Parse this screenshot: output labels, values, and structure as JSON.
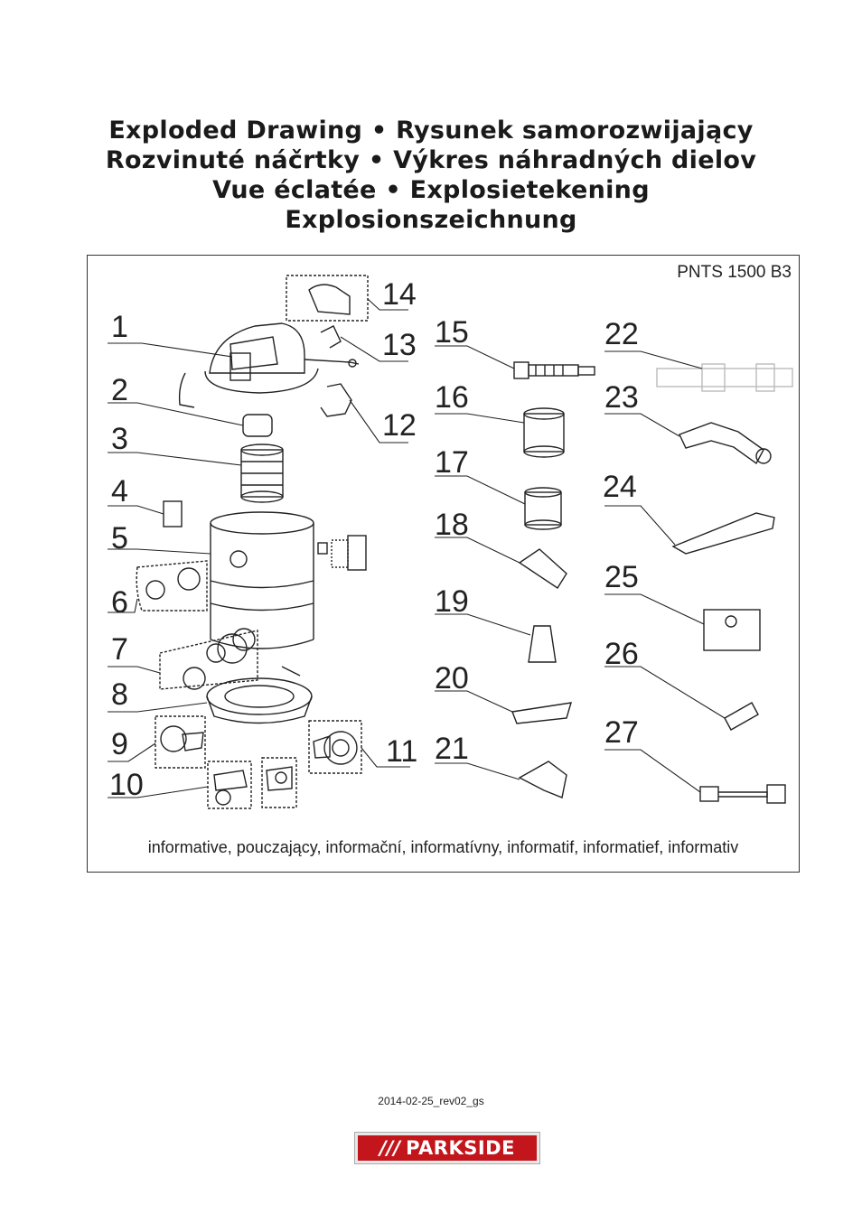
{
  "title_lines": [
    "Exploded Drawing • Rysunek samorozwijający",
    "Rozvinuté náčrtky • Výkres náhradných dielov",
    "Vue éclatée • Explosietekening",
    "Explosionszeichnung"
  ],
  "model": "PNTS 1500 B3",
  "parts": [
    "1",
    "2",
    "3",
    "4",
    "5",
    "6",
    "7",
    "8",
    "9",
    "10",
    "11",
    "12",
    "13",
    "14",
    "15",
    "16",
    "17",
    "18",
    "19",
    "20",
    "21",
    "22",
    "23",
    "24",
    "25",
    "26",
    "27"
  ],
  "info_text": "informative, pouczający, informační, informatívny, informatif, informatief, informativ",
  "revision": "2014-02-25_rev02_gs",
  "logo": {
    "slashes": "///",
    "brand": "PARKSIDE",
    "color": "#c2161c"
  }
}
